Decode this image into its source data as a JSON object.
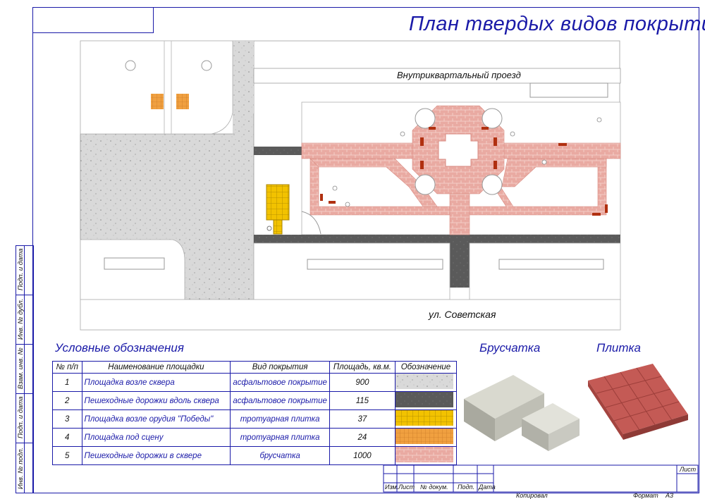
{
  "title": "План твердых видов покрытий",
  "plan": {
    "road_label": "Внутриквартальный проезд",
    "street_label": "ул. Советская"
  },
  "legend": {
    "title": "Условные обозначения",
    "headers": [
      "№ п/п",
      "Наименование площадки",
      "Вид покрытия",
      "Площадь, кв.м.",
      "Обозначение"
    ],
    "rows": [
      {
        "n": "1",
        "name": "Площадка возле сквера",
        "kind": "асфальтовое покрытие",
        "area": "900"
      },
      {
        "n": "2",
        "name": "Пешеходные дорожки вдоль сквера",
        "kind": "асфальтовое покрытие",
        "area": "115"
      },
      {
        "n": "3",
        "name": "Площадка возле орудия \"Победы\"",
        "kind": "тротуарная плитка",
        "area": "37"
      },
      {
        "n": "4",
        "name": "Площадка под сцену",
        "kind": "тротуарная плитка",
        "area": "24"
      },
      {
        "n": "5",
        "name": "Пешеходные дорожки в сквере",
        "kind": "брусчатка",
        "area": "1000"
      }
    ]
  },
  "samples": {
    "paver_title": "Брусчатка",
    "tile_title": "Плитка"
  },
  "side_labels": [
    "Подп. и дата",
    "Инв. № дубл.",
    "Взам. инв. №",
    "Подп. и дата",
    "Инв. № подл."
  ],
  "stamp": {
    "cols": [
      "Изм.",
      "Лист",
      "№ докум.",
      "Подп.",
      "Дата"
    ],
    "sheet": "Лист",
    "copied": "Копировал",
    "format_label": "Формат",
    "format_value": "А3"
  },
  "colors": {
    "frame": "#1a1aa8",
    "concrete": "#d8d8d8",
    "asphalt": "#5a5a5a",
    "brick": "#e8a8a0",
    "yellow_tile": "#f2c200",
    "orange_tile": "#f0a040"
  }
}
